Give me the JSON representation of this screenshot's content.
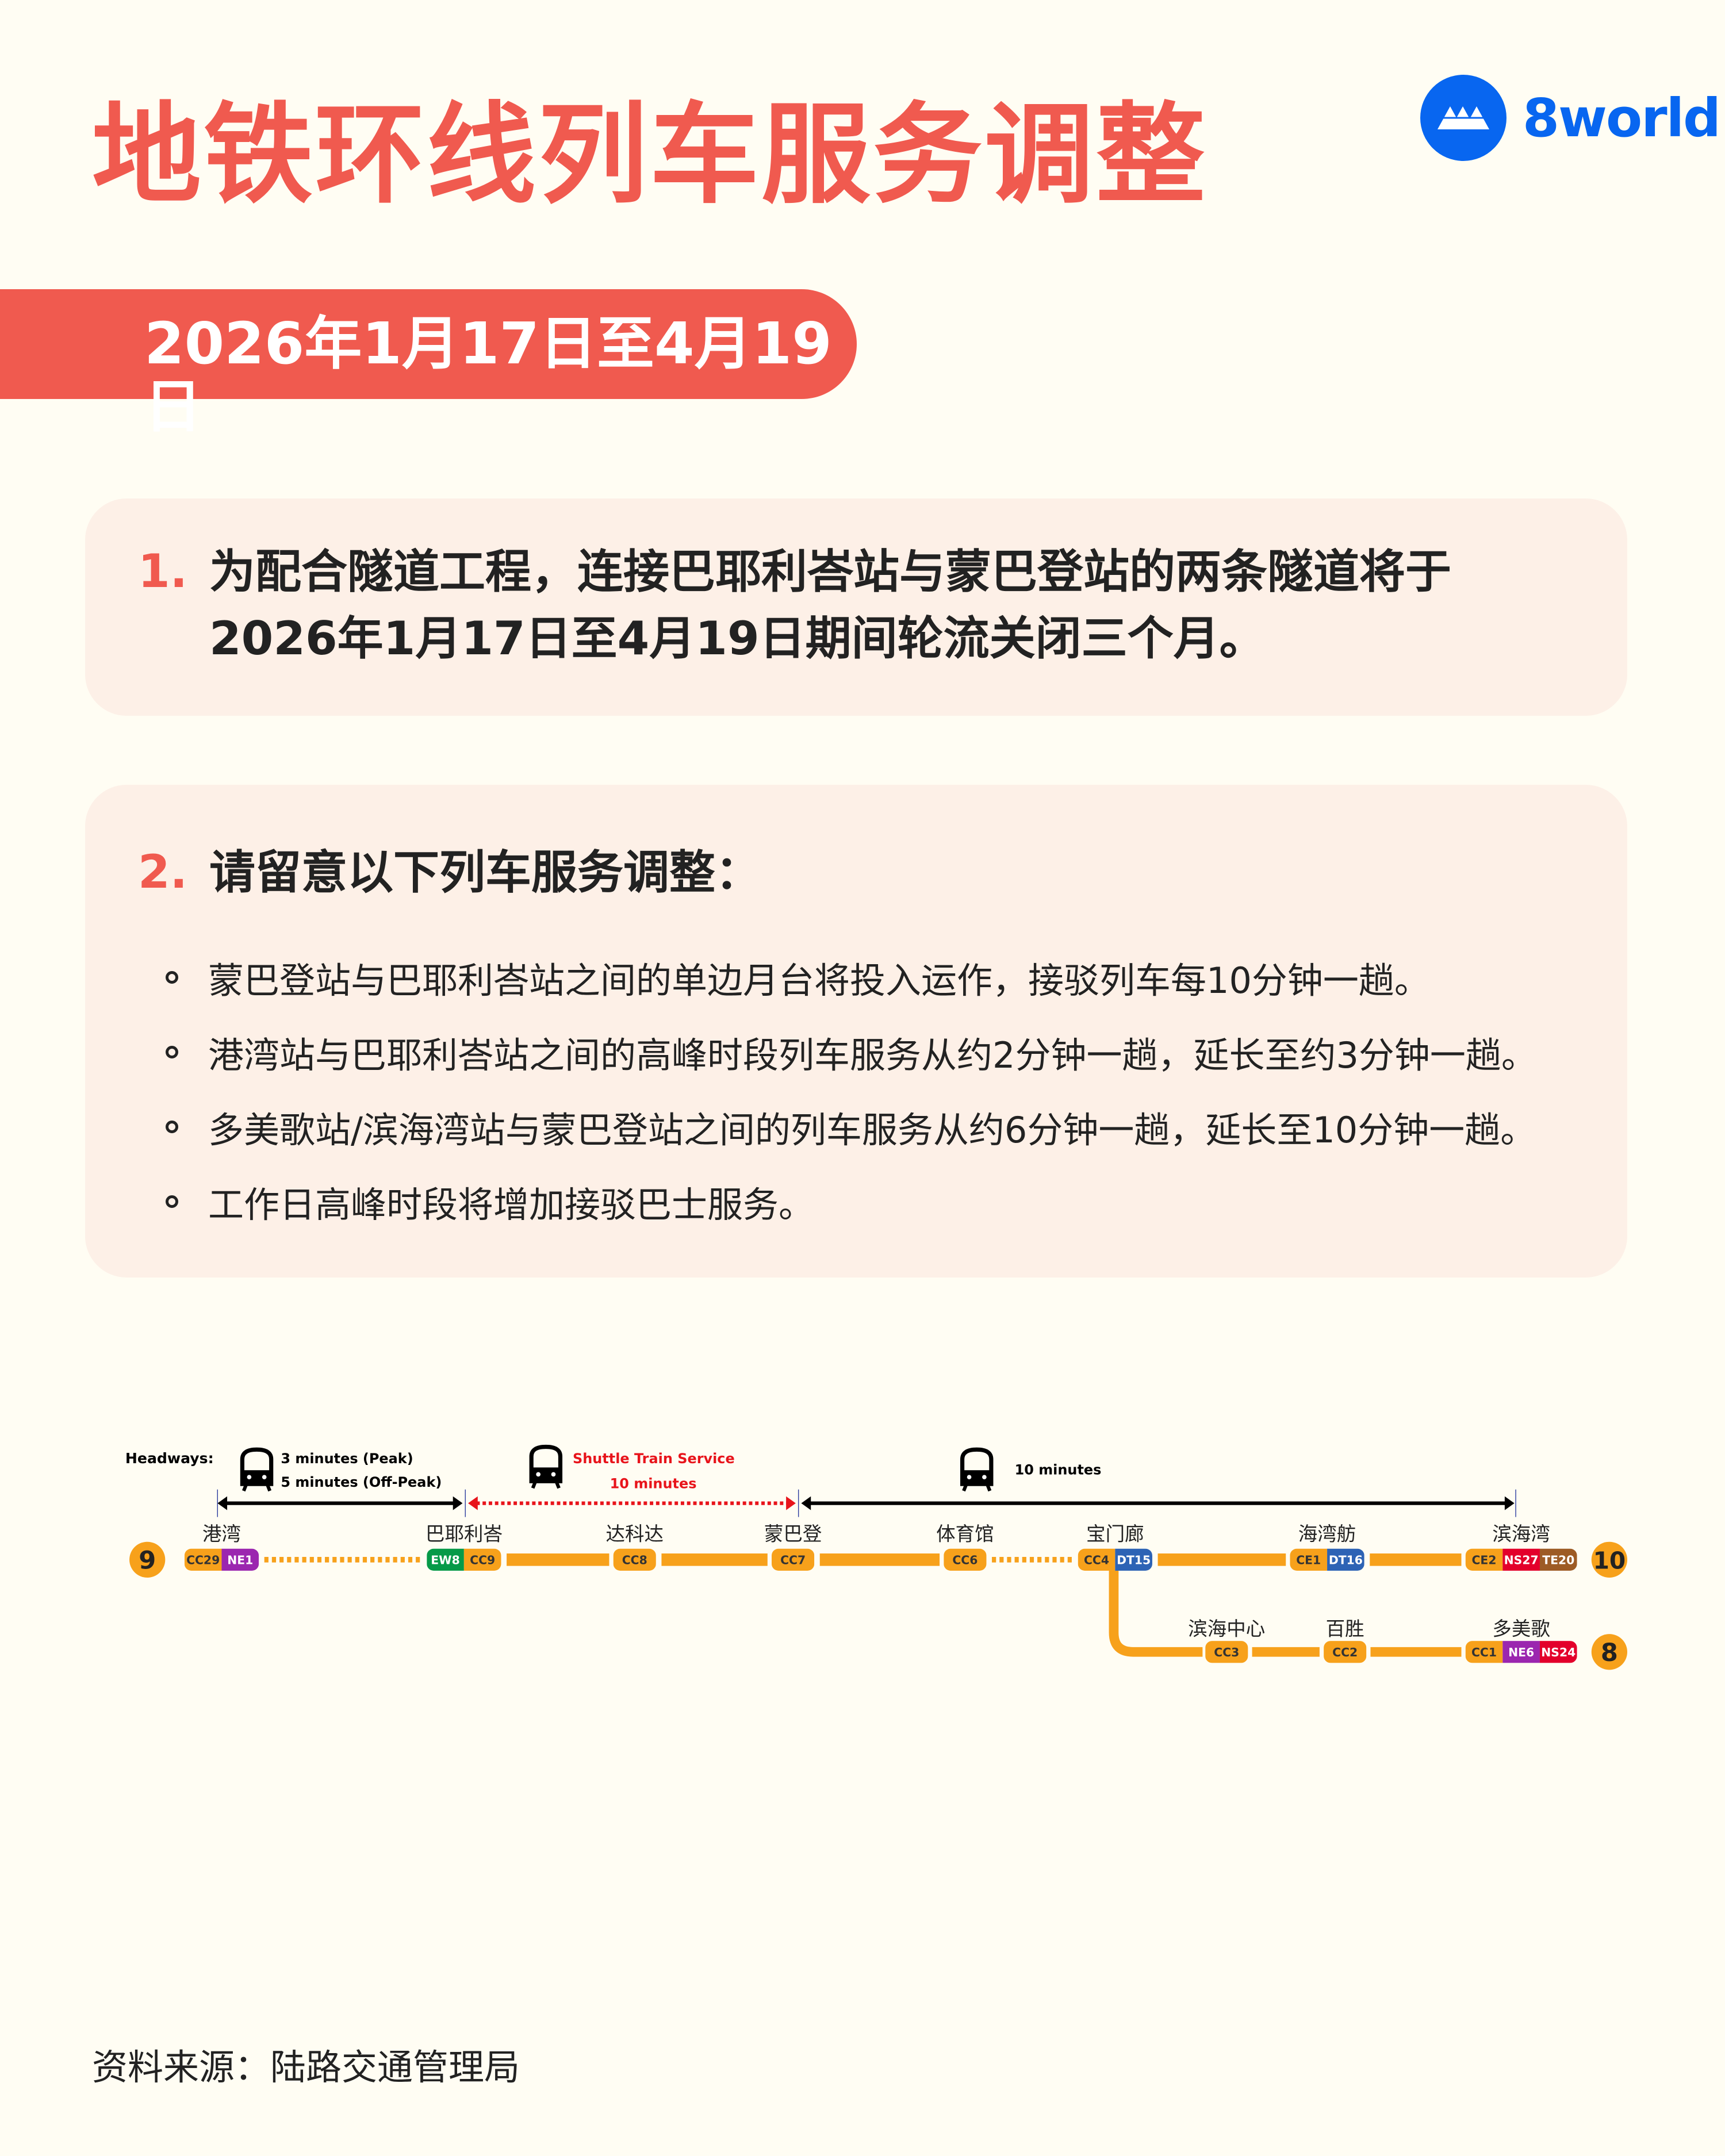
{
  "header": {
    "title": "地铁环线列车服务调整",
    "logo_text": "8world",
    "date_banner": "2026年1月17日至4月19日"
  },
  "point1": {
    "number": "1.",
    "lines": [
      "为配合隧道工程，连接巴耶利峇站与蒙巴登站的两条隧道将于",
      "2026年1月17日至4月19日期间轮流关闭三个月。"
    ]
  },
  "point2": {
    "number": "2.",
    "heading": "请留意以下列车服务调整：",
    "bullets": [
      "蒙巴登站与巴耶利峇站之间的单边月台将投入运作，接驳列车每10分钟一趟。",
      "港湾站与巴耶利峇站之间的高峰时段列车服务从约2分钟一趟，延长至约3分钟一趟。",
      "多美歌站/滨海湾站与蒙巴登站之间的列车服务从约6分钟一趟，延长至10分钟一趟。",
      "工作日高峰时段将增加接驳巴士服务。"
    ]
  },
  "map": {
    "headways_label": "Headways:",
    "section1": {
      "line1": "3 minutes (Peak)",
      "line2": "5 minutes (Off-Peak)"
    },
    "section2": {
      "line1": "Shuttle Train Service",
      "line2": "10 minutes"
    },
    "section3": {
      "line1": "10 minutes"
    },
    "terminal_numbers": {
      "start": "9",
      "end_main": "10",
      "end_branch": "8"
    },
    "main_stations": [
      {
        "name": "港湾",
        "codes": [
          "CC29",
          "NE1"
        ]
      },
      {
        "name": "巴耶利峇",
        "codes": [
          "EW8",
          "CC9"
        ]
      },
      {
        "name": "达科达",
        "codes": [
          "CC8"
        ]
      },
      {
        "name": "蒙巴登",
        "codes": [
          "CC7"
        ]
      },
      {
        "name": "体育馆",
        "codes": [
          "CC6"
        ]
      },
      {
        "name": "宝门廊",
        "codes": [
          "CC4",
          "DT15"
        ]
      },
      {
        "name": "海湾舫",
        "codes": [
          "CE1",
          "DT16"
        ]
      },
      {
        "name": "滨海湾",
        "codes": [
          "CE2",
          "NS27",
          "TE20"
        ]
      }
    ],
    "main_segments": [
      "dotted",
      "solid",
      "solid",
      "solid",
      "dotted",
      "solid",
      "solid"
    ],
    "branch_stations": [
      {
        "name": "滨海中心",
        "codes": [
          "CC3"
        ]
      },
      {
        "name": "百胜",
        "codes": [
          "CC2"
        ]
      },
      {
        "name": "多美歌",
        "codes": [
          "CC1",
          "NE6",
          "NS24"
        ]
      }
    ],
    "line_colors": {
      "CC": "#f7a11b",
      "CE": "#f7a11b",
      "NE": "#9b26af",
      "EW": "#069a48",
      "DT": "#2d63b5",
      "NS": "#e3002b",
      "TE": "#9d5b25"
    },
    "shuttle_color": "#e8141b"
  },
  "footer": {
    "source": "资料来源：陆路交通管理局"
  },
  "colors": {
    "accent": "#f05a4f",
    "brand": "#0866f0",
    "card_bg": "#fdf0e7",
    "page_bg": "#fffdf3"
  }
}
